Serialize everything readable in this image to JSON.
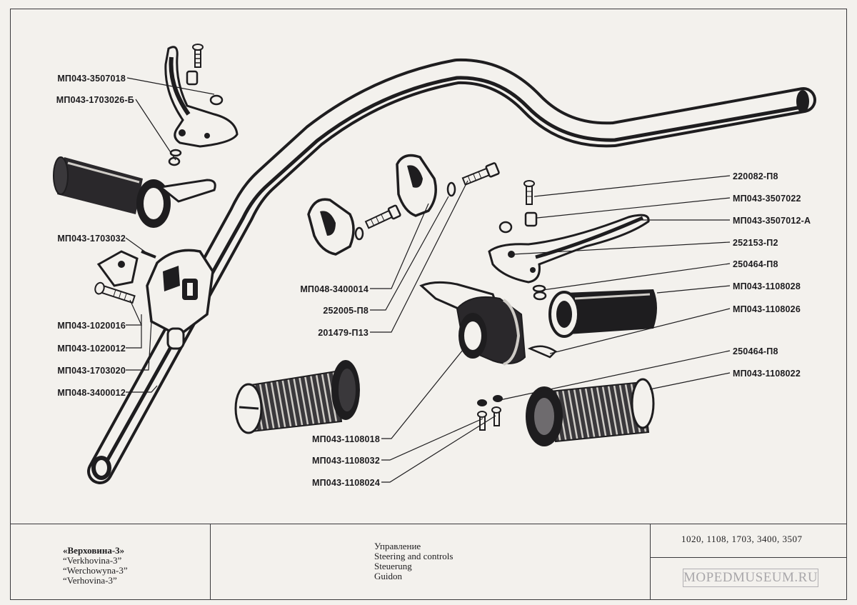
{
  "parts_left": [
    "МП043-3507018",
    "МП043-1703026-Б",
    "МП043-1703032",
    "МП043-1020016",
    "МП043-1020012",
    "МП043-1703020",
    "МП048-3400012"
  ],
  "parts_center": [
    "МП048-3400014",
    "252005-П8",
    "201479-П13",
    "МП043-1108018",
    "МП043-1108032",
    "МП043-1108024"
  ],
  "parts_right": [
    "220082-П8",
    "МП043-3507022",
    "МП043-3507012-А",
    "252153-П2",
    "250464-П8",
    "МП043-1108028",
    "МП043-1108026",
    "250464-П8",
    "МП043-1108022"
  ],
  "title_block": {
    "model_names": [
      "«Верховина-3»",
      "“Verkhovina-3”",
      "“Werchowyna-3”",
      "“Verhovina-3”"
    ],
    "section_names": [
      "Управление",
      "Steering and controls",
      "Steuerung",
      "Guidon"
    ],
    "group_codes": "1020, 1108, 1703, 3400, 3507"
  },
  "watermark": "MOPEDMUSEUM.RU",
  "colors": {
    "ink": "#1e1d1f",
    "paper": "#f3f1ed",
    "watermark": "#a9a7aa"
  }
}
